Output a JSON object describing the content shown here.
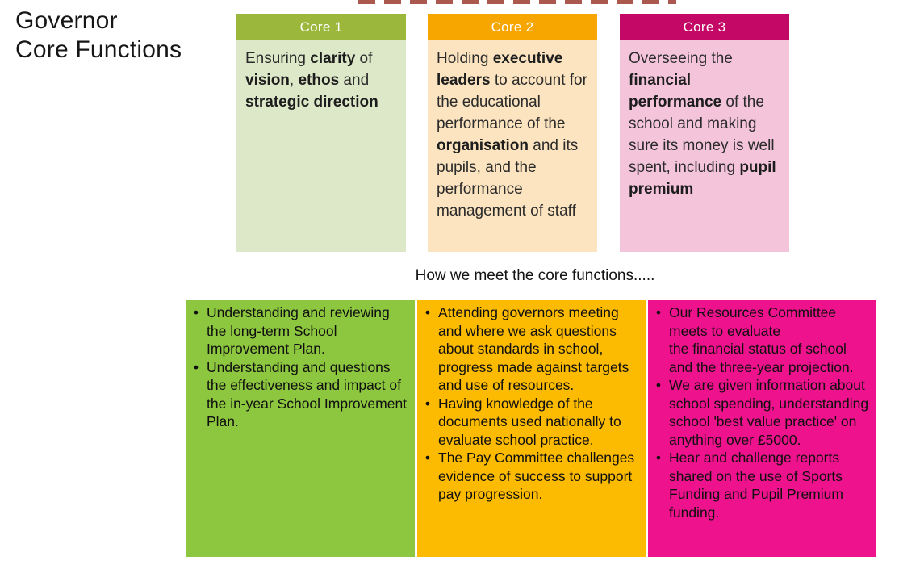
{
  "title": "Governor\nCore Functions",
  "subtitle": "How we meet the core functions.....",
  "colors": {
    "core1_header": "#9bb83d",
    "core1_body": "#dde8c8",
    "core2_header": "#f7a600",
    "core2_body": "#fbe4bf",
    "core3_header": "#c30866",
    "core3_body": "#f4c4db",
    "meet_green": "#8dc63f",
    "meet_orange": "#fcba00",
    "meet_pink": "#ee128c"
  },
  "core_cards": [
    {
      "label": "Core 1",
      "segments": [
        {
          "text": "Ensuring ",
          "bold": false
        },
        {
          "text": "clarity",
          "bold": true
        },
        {
          "text": " of ",
          "bold": false
        },
        {
          "text": "vision",
          "bold": true
        },
        {
          "text": ", ",
          "bold": false
        },
        {
          "text": "ethos",
          "bold": true
        },
        {
          "text": " and ",
          "bold": false
        },
        {
          "text": "strategic direction",
          "bold": true
        }
      ]
    },
    {
      "label": "Core 2",
      "segments": [
        {
          "text": "Holding ",
          "bold": false
        },
        {
          "text": "executive leaders",
          "bold": true
        },
        {
          "text": " to account for the educational performance of the ",
          "bold": false
        },
        {
          "text": "organisation",
          "bold": true
        },
        {
          "text": " and its pupils, and the performance management of staff",
          "bold": false
        }
      ]
    },
    {
      "label": "Core 3",
      "segments": [
        {
          "text": "Overseeing the ",
          "bold": false
        },
        {
          "text": "financial performance",
          "bold": true
        },
        {
          "text": " of the school and making sure its money is well spent, including ",
          "bold": false
        },
        {
          "text": "pupil premium",
          "bold": true
        }
      ]
    }
  ],
  "meet_boxes": [
    {
      "bullets": [
        "Understanding and reviewing the long-term School Improvement Plan.",
        "Understanding and questions the effectiveness and impact of the in-year School Improvement Plan."
      ]
    },
    {
      "bullets": [
        "Attending governors meeting and where we ask questions about standards in school, progress made against targets and use of resources.",
        "Having knowledge of the documents used nationally to evaluate school practice.",
        "The Pay Committee challenges evidence of success to support pay progression."
      ]
    },
    {
      "bullets": [
        "Our Resources Committee meets to evaluate\nthe financial status of school and the three-year projection.",
        "We are given information about school spending, understanding school 'best value practice' on anything over £5000.",
        "Hear and challenge reports shared on the use of Sports Funding and Pupil Premium funding."
      ]
    }
  ]
}
